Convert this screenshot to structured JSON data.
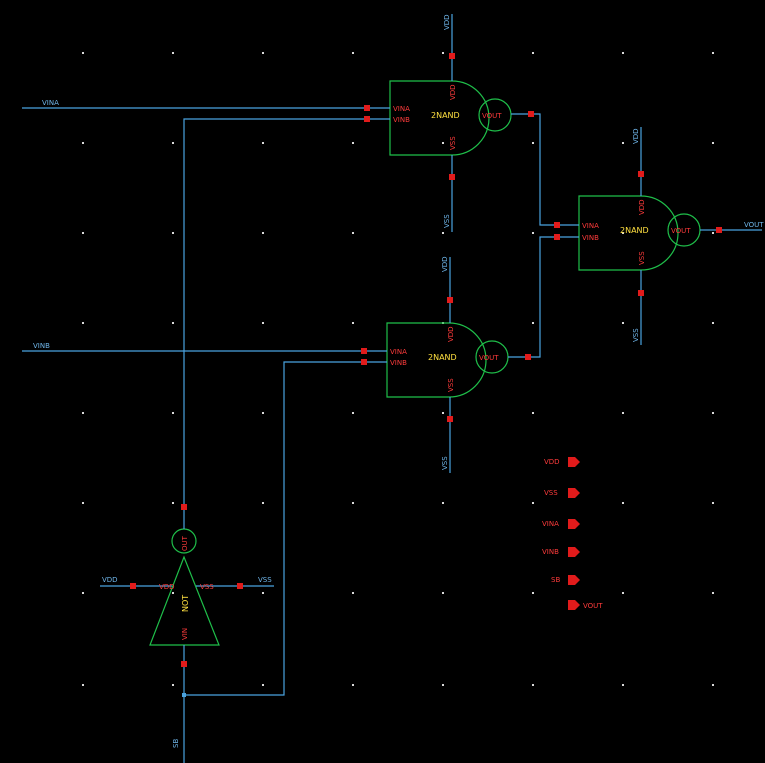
{
  "net_labels": {
    "vina": "VINA",
    "vinb": "VINB",
    "vout": "VOUT",
    "sel": "SB",
    "vdd": "VDD",
    "vss": "VSS"
  },
  "gates": [
    {
      "cell": "2NAND",
      "in_a": "VINA",
      "in_b": "VINB",
      "out": "VOUT",
      "vdd": "VDD",
      "vss": "VSS"
    },
    {
      "cell": "2NAND",
      "in_a": "VINA",
      "in_b": "VINB",
      "out": "VOUT",
      "vdd": "VDD",
      "vss": "VSS"
    },
    {
      "cell": "2NAND",
      "in_a": "VINA",
      "in_b": "VINB",
      "out": "VOUT",
      "vdd": "VDD",
      "vss": "VSS"
    }
  ],
  "inverter": {
    "cell": "NOT",
    "in": "VIN",
    "out": "OUT",
    "vdd": "VDD",
    "vss": "VSS"
  },
  "ports": [
    "VDD",
    "VSS",
    "VINA",
    "VINB",
    "SB",
    "VOUT"
  ],
  "colors": {
    "background": "#000000",
    "wire": "#4aa3df",
    "gate_body": "#1fbf4a",
    "pin": "#e11b1b",
    "pin_label": "#ff3b3b",
    "cell_label": "#ffe040",
    "net_label": "#6fb6ea",
    "grid_dot": "#d8d8d8"
  }
}
